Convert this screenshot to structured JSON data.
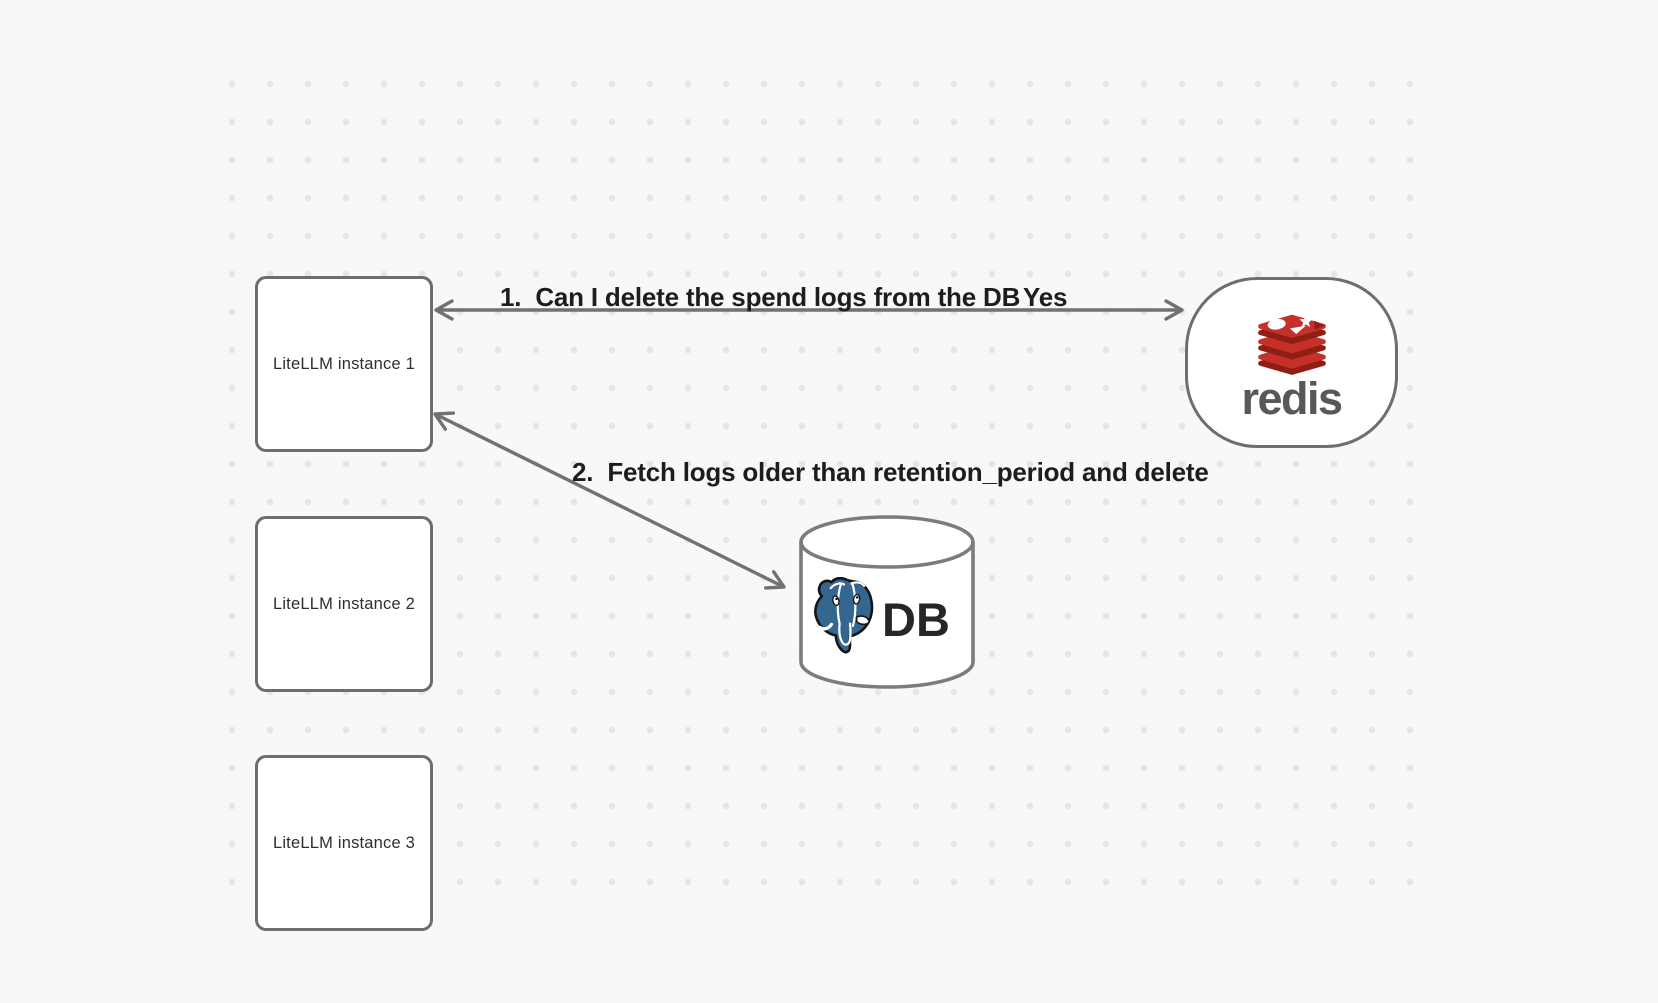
{
  "diagram": {
    "background_color": "#f8f8f6",
    "dot_grid_color": "#e5e5e3",
    "shape_stroke_color": "#6e6e6e",
    "arrow_color": "#717171"
  },
  "nodes": {
    "instance1": {
      "label": "LiteLLM instance 1"
    },
    "instance2": {
      "label": "LiteLLM instance 2"
    },
    "instance3": {
      "label": "LiteLLM instance 3"
    },
    "redis": {
      "wordmark": "redis",
      "icon": "redis-stack-icon",
      "brand_red": "#c6302b",
      "brand_red_dark": "#8f1f15",
      "wordmark_color": "#58585a"
    },
    "db": {
      "label": "DB",
      "icon": "postgresql-elephant-icon",
      "postgres_blue": "#336791"
    }
  },
  "annotations": {
    "step1": {
      "text": "1.  Can I delete the spend logs from the DB"
    },
    "step1_answer": {
      "text": "Yes"
    },
    "step2": {
      "text": "2.  Fetch logs older than retention_period and delete"
    }
  }
}
